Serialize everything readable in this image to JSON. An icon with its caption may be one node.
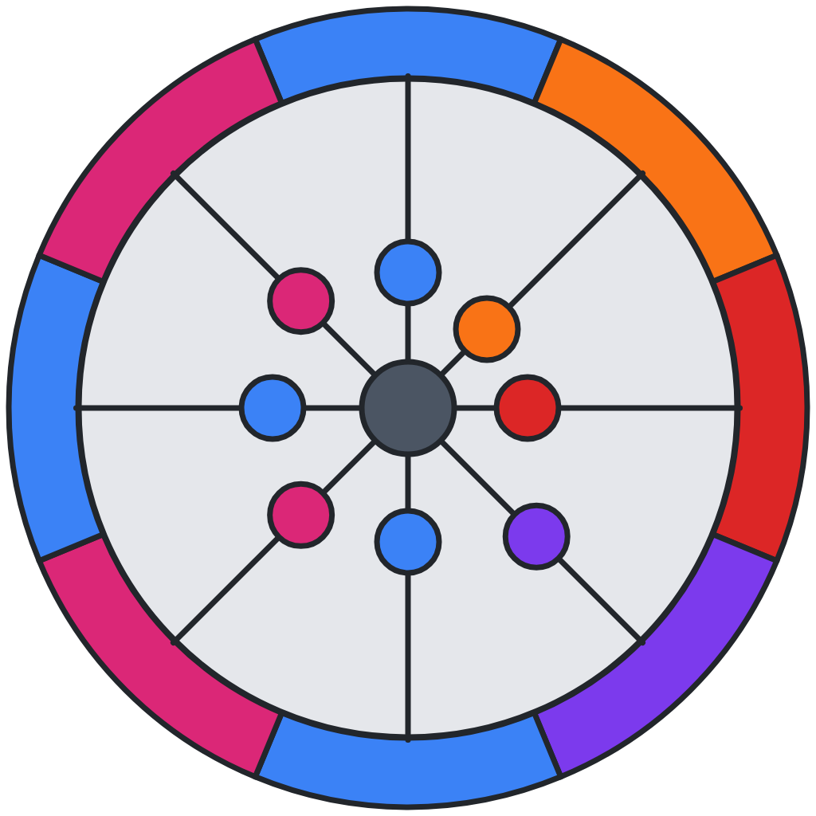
{
  "diagram": {
    "nodes": [
      {
        "text": [],
        "shape": "circle"
      },
      {
        "text": [],
        "shape": "circle",
        "in": 0
      },
      {
        "text": [],
        "shape": "circle",
        "in": 0
      },
      {
        "text": [],
        "shape": "circle",
        "in": 0
      },
      {
        "text": [],
        "shape": "circle",
        "in": 0
      },
      {
        "text": [],
        "shape": "circle",
        "in": 0
      },
      {
        "text": [],
        "shape": "circle",
        "in": 0
      },
      {
        "text": [],
        "shape": "circle",
        "in": 0
      },
      {
        "text": [],
        "shape": "circle",
        "in": 0
      },
      {
        "text": [],
        "shape": "circle",
        "in": 0
      }
    ],
    "edges": [
      {
        "from": 1,
        "to": 2,
        "arrow": "none"
      },
      {
        "from": 2,
        "to": 0,
        "arrow": "none"
      },
      {
        "from": 1,
        "to": 3,
        "arrow": "none"
      },
      {
        "from": 3,
        "to": 0,
        "arrow": "none"
      },
      {
        "from": 1,
        "to": 4,
        "arrow": "none"
      },
      {
        "from": 4,
        "to": 0,
        "arrow": "none"
      },
      {
        "from": 1,
        "to": 5,
        "arrow": "none"
      },
      {
        "from": 5,
        "to": 0,
        "arrow": "none"
      },
      {
        "from": 1,
        "to": 6,
        "arrow": "none"
      },
      {
        "from": 6,
        "to": 0,
        "arrow": "none"
      },
      {
        "from": 1,
        "to": 7,
        "arrow": "none"
      },
      {
        "from": 7,
        "to": 0,
        "arrow": "none"
      },
      {
        "from": 1,
        "to": 8,
        "arrow": "none"
      },
      {
        "from": 8,
        "to": 0,
        "arrow": "none"
      },
      {
        "from": 1,
        "to": 9,
        "arrow": "none"
      },
      {
        "from": 9,
        "to": 0,
        "arrow": "none"
      }
    ]
  }
}
